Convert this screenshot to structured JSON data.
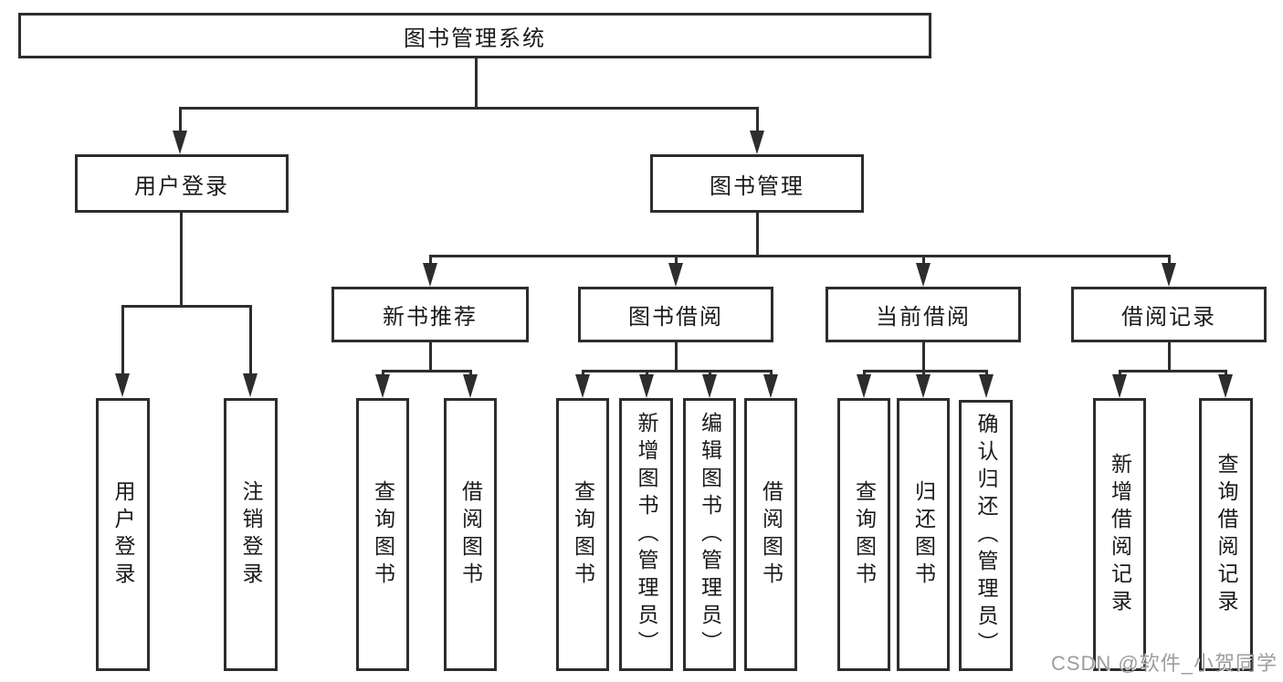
{
  "diagram_title": "图书管理系统",
  "nodes": {
    "root": {
      "label": "图书管理系统"
    },
    "level2": [
      {
        "label": "用户登录"
      },
      {
        "label": "图书管理"
      }
    ],
    "level3": [
      {
        "label": "新书推荐",
        "parent": "图书管理"
      },
      {
        "label": "图书借阅",
        "parent": "图书管理"
      },
      {
        "label": "当前借阅",
        "parent": "图书管理"
      },
      {
        "label": "借阅记录",
        "parent": "图书管理"
      }
    ],
    "leaves": [
      {
        "label": "用户登录",
        "parent": "用户登录"
      },
      {
        "label": "注销登录",
        "parent": "用户登录"
      },
      {
        "label": "查询图书",
        "parent": "新书推荐"
      },
      {
        "label": "借阅图书",
        "parent": "新书推荐"
      },
      {
        "label": "查询图书",
        "parent": "图书借阅"
      },
      {
        "label": "新增图书（管理员）",
        "parent": "图书借阅"
      },
      {
        "label": "编辑图书（管理员）",
        "parent": "图书借阅"
      },
      {
        "label": "借阅图书",
        "parent": "图书借阅"
      },
      {
        "label": "查询图书",
        "parent": "当前借阅"
      },
      {
        "label": "归还图书",
        "parent": "当前借阅"
      },
      {
        "label": "确认归还（管理员）",
        "parent": "当前借阅"
      },
      {
        "label": "新增借阅记录",
        "parent": "借阅记录"
      },
      {
        "label": "查询借阅记录",
        "parent": "借阅记录"
      }
    ]
  },
  "watermark": "CSDN @软件_小贺同学",
  "colors": {
    "line": "#2d2d2d",
    "box_border": "#2d2d2d",
    "box_fill": "#ffffff",
    "text": "#1a1a1a",
    "background": "#ffffff",
    "watermark": "#8c8c8c"
  }
}
